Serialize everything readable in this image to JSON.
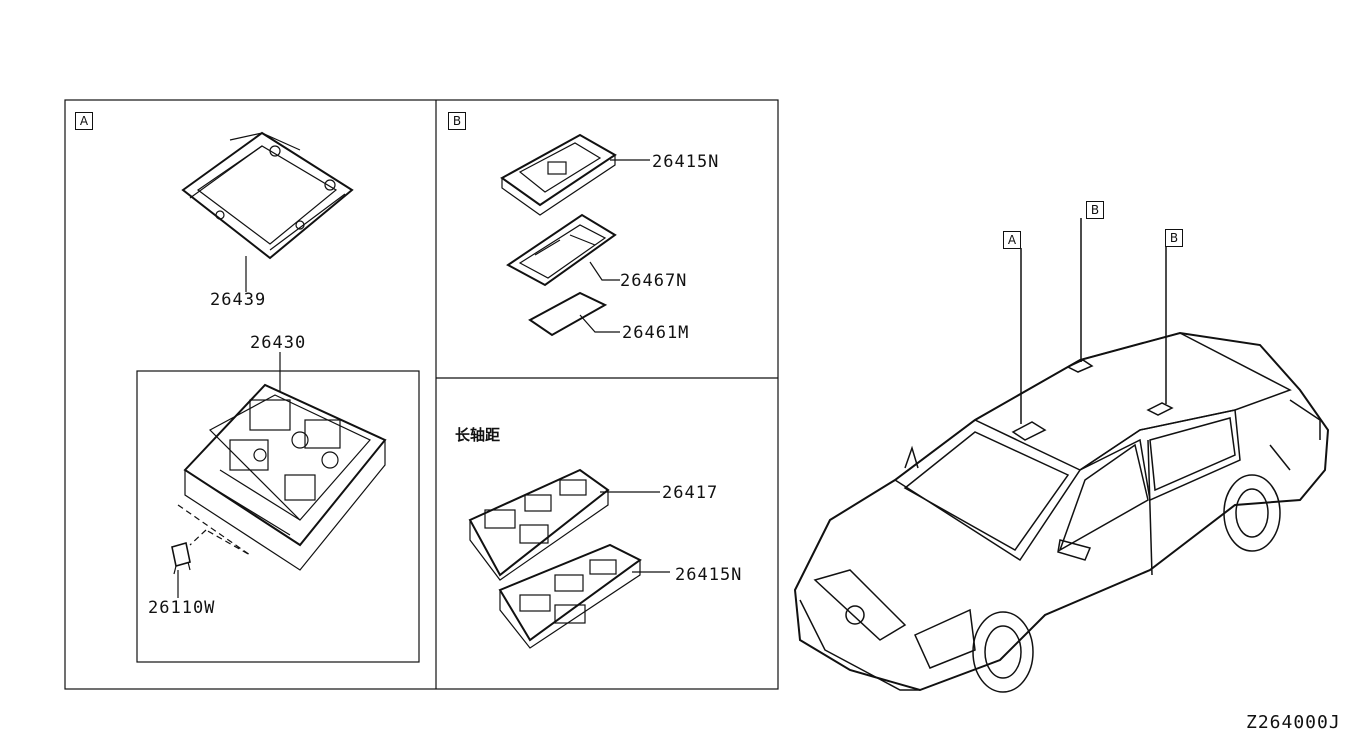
{
  "sections": {
    "a_tag": "A",
    "b_tag": "B",
    "b_lower_caption": "长轴距"
  },
  "parts": {
    "p26439": "26439",
    "p26430": "26430",
    "p26110w": "26110W",
    "p26415n_top": "26415N",
    "p26467n": "26467N",
    "p26461m": "26461M",
    "p26417": "26417",
    "p26415n_bottom": "26415N"
  },
  "car_tags": {
    "a": "A",
    "b1": "B",
    "b2": "B"
  },
  "diagram_code": "Z264000J"
}
